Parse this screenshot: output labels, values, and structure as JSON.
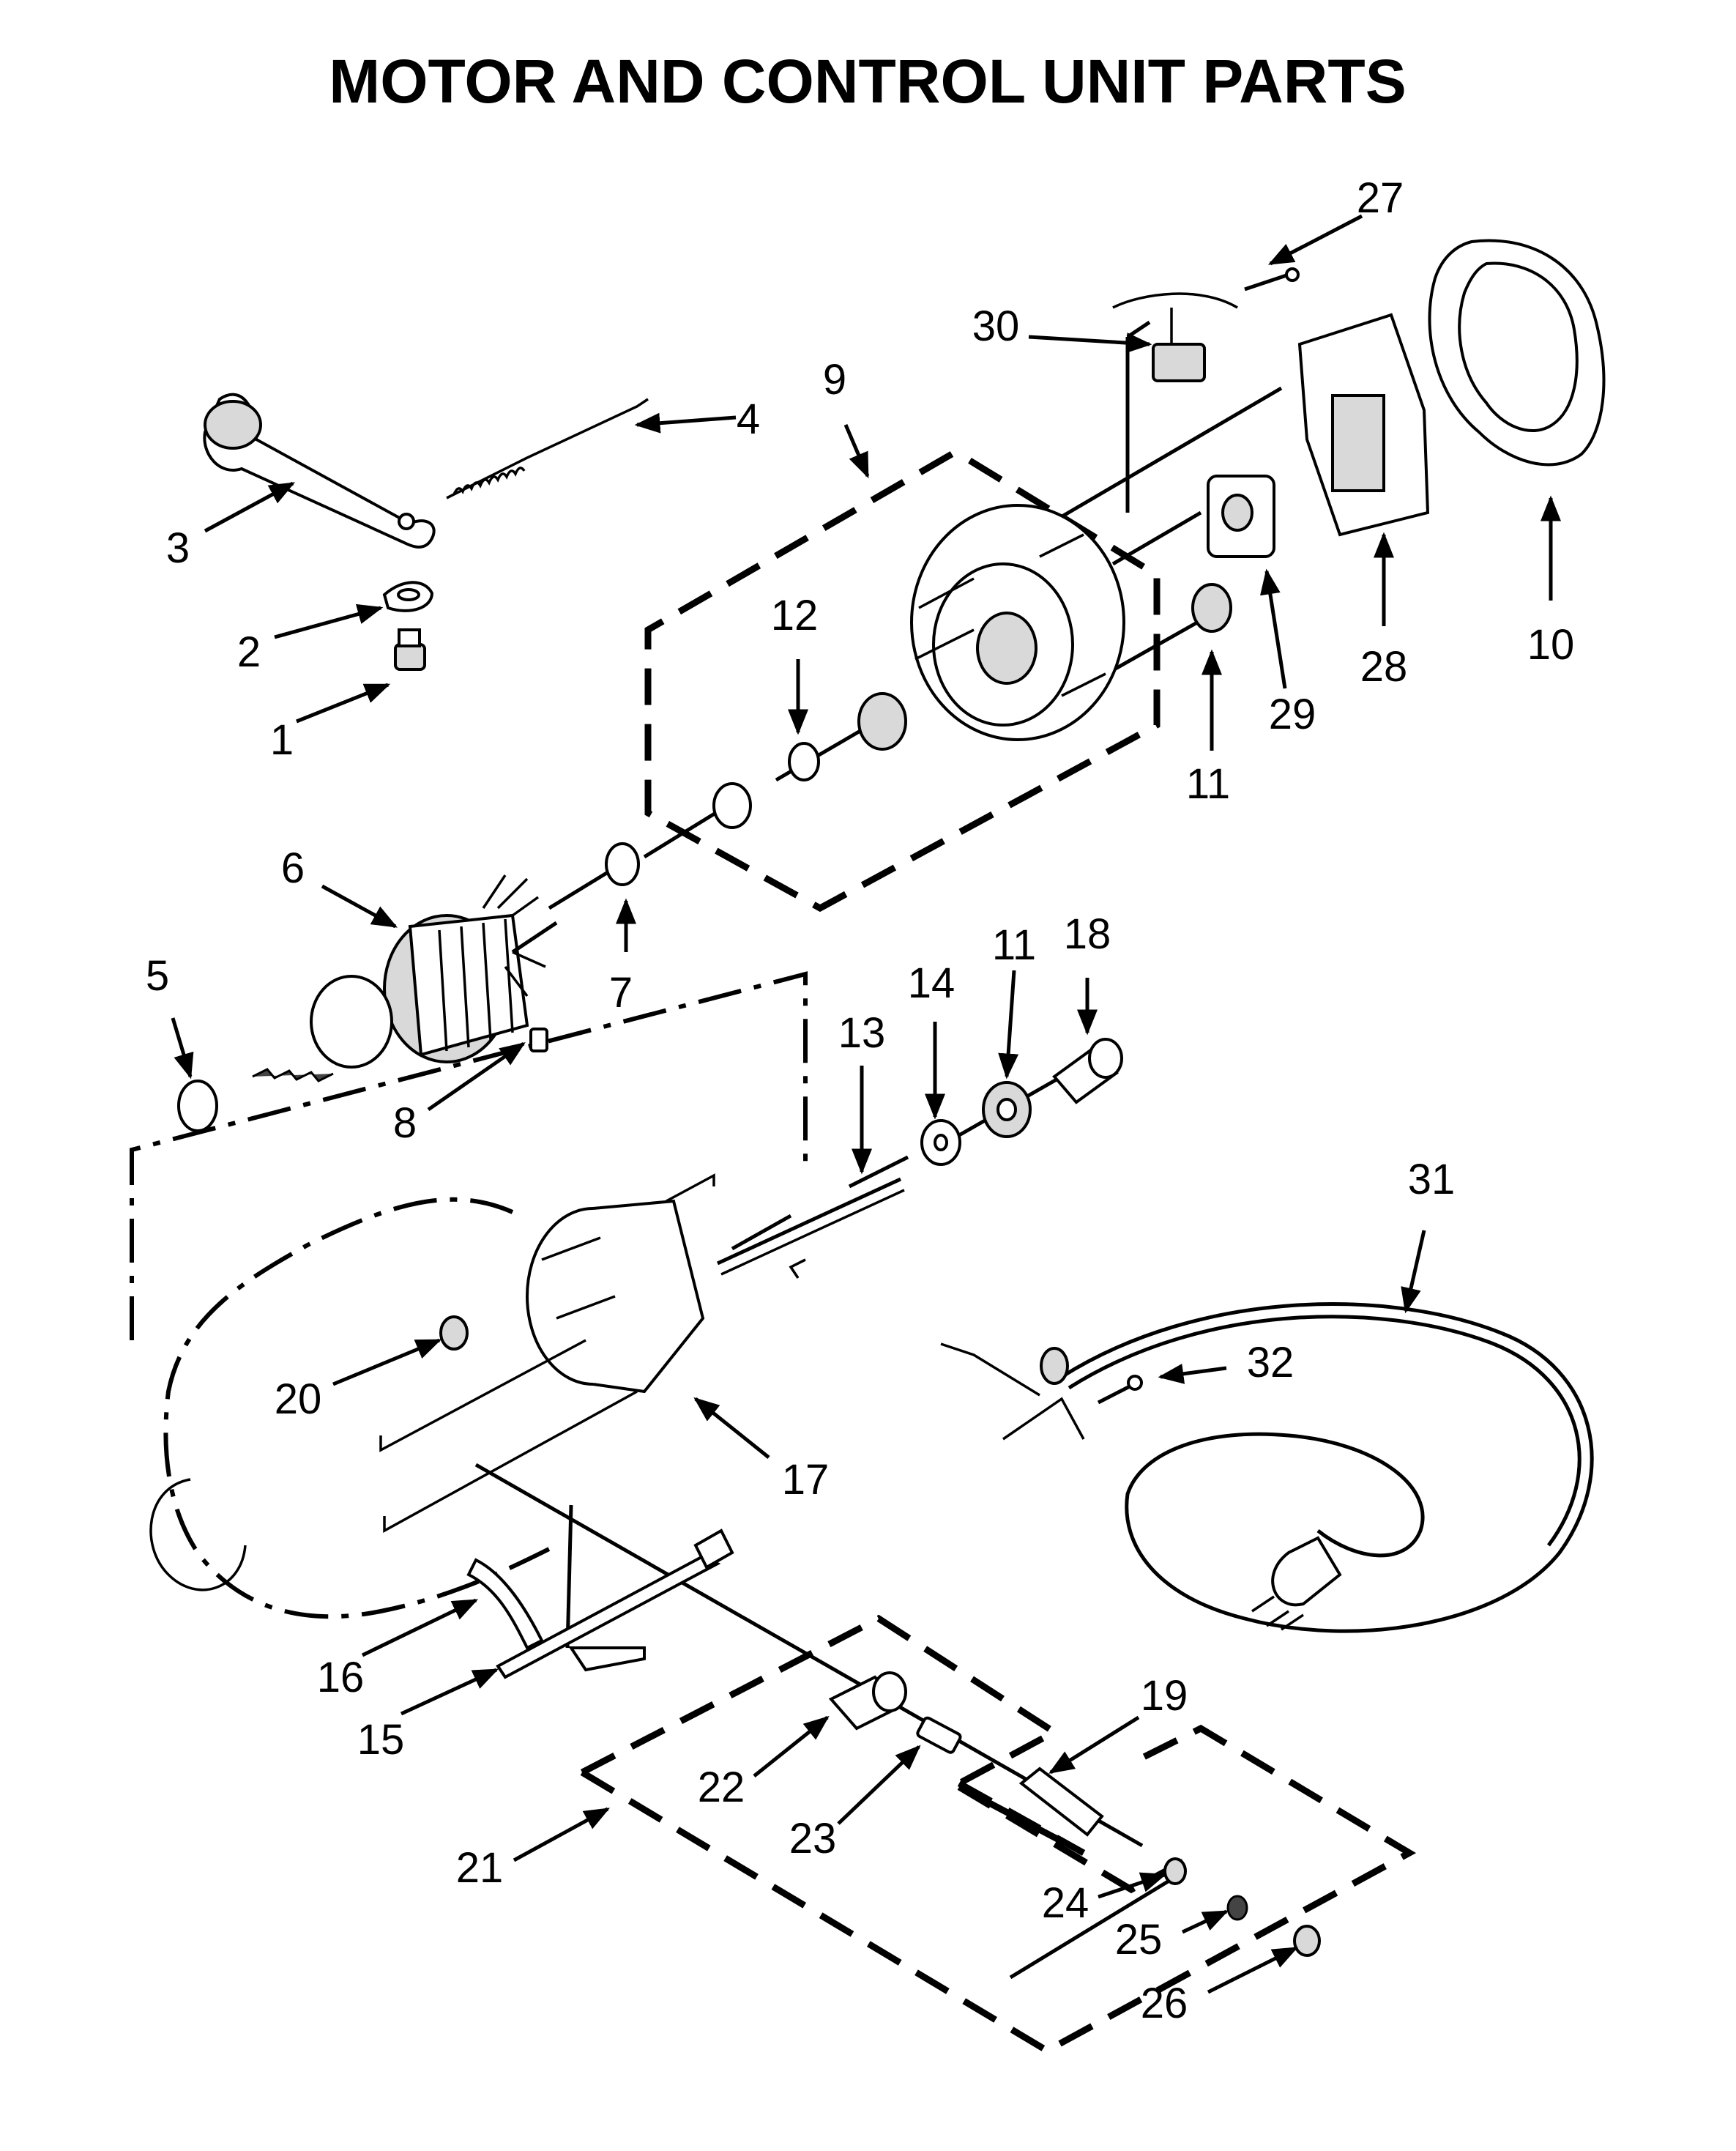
{
  "title": "MOTOR AND CONTROL UNIT PARTS",
  "callouts": [
    {
      "id": "c1",
      "label": "1"
    },
    {
      "id": "c2",
      "label": "2"
    },
    {
      "id": "c3",
      "label": "3"
    },
    {
      "id": "c4",
      "label": "4"
    },
    {
      "id": "c5",
      "label": "5"
    },
    {
      "id": "c6",
      "label": "6"
    },
    {
      "id": "c7",
      "label": "7"
    },
    {
      "id": "c8",
      "label": "8"
    },
    {
      "id": "c9",
      "label": "9"
    },
    {
      "id": "c10",
      "label": "10"
    },
    {
      "id": "c11a",
      "label": "11"
    },
    {
      "id": "c11b",
      "label": "11"
    },
    {
      "id": "c12",
      "label": "12"
    },
    {
      "id": "c13",
      "label": "13"
    },
    {
      "id": "c14",
      "label": "14"
    },
    {
      "id": "c15",
      "label": "15"
    },
    {
      "id": "c16",
      "label": "16"
    },
    {
      "id": "c17",
      "label": "17"
    },
    {
      "id": "c18",
      "label": "18"
    },
    {
      "id": "c19",
      "label": "19"
    },
    {
      "id": "c20",
      "label": "20"
    },
    {
      "id": "c21",
      "label": "21"
    },
    {
      "id": "c22",
      "label": "22"
    },
    {
      "id": "c23",
      "label": "23"
    },
    {
      "id": "c24",
      "label": "24"
    },
    {
      "id": "c25",
      "label": "25"
    },
    {
      "id": "c26",
      "label": "26"
    },
    {
      "id": "c27",
      "label": "27"
    },
    {
      "id": "c28",
      "label": "28"
    },
    {
      "id": "c29",
      "label": "29"
    },
    {
      "id": "c30",
      "label": "30"
    },
    {
      "id": "c31",
      "label": "31"
    },
    {
      "id": "c32",
      "label": "32"
    }
  ]
}
